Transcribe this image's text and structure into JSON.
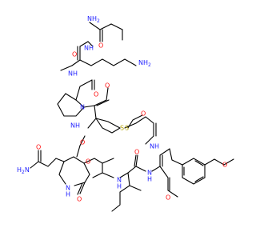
{
  "colors": {
    "carbon": "#000000",
    "nitrogen": "#1f1fff",
    "oxygen": "#ff0d0d",
    "sulfur": "#b2a000"
  },
  "atoms": {
    "amide_nh2_top": "NH",
    "amide_nh2_top_sub": "2",
    "o_gly_c": "O",
    "nh_gly": "N",
    "h_gly": "H",
    "o_orn": "O",
    "nh2_orn": "NH",
    "nh2_orn_sub": "2",
    "nh_orn": "N",
    "h_orn": "H",
    "o_pro_amide": "O",
    "n_pro": "N",
    "o_pro_co": "O",
    "nh_cys": "N",
    "h_cys": "H",
    "s1": "S",
    "s2": "S",
    "o_asn_ester": "O",
    "h2n_asn": "H",
    "h2n_asn_sub": "2",
    "h2n_asn_n": "N",
    "o_asn_side": "O",
    "nh_asn": "N",
    "h_asn": "H",
    "o_asn_bb": "O",
    "o_thr": "O",
    "nh_thr": "N",
    "h_thr": "H",
    "o_ile": "O",
    "nh_ile": "N",
    "h_ile": "H",
    "o_tyr": "O",
    "nh_tyr": "N",
    "h_tyr": "H",
    "o_mpa": "O",
    "o_ethoxy": "O"
  }
}
